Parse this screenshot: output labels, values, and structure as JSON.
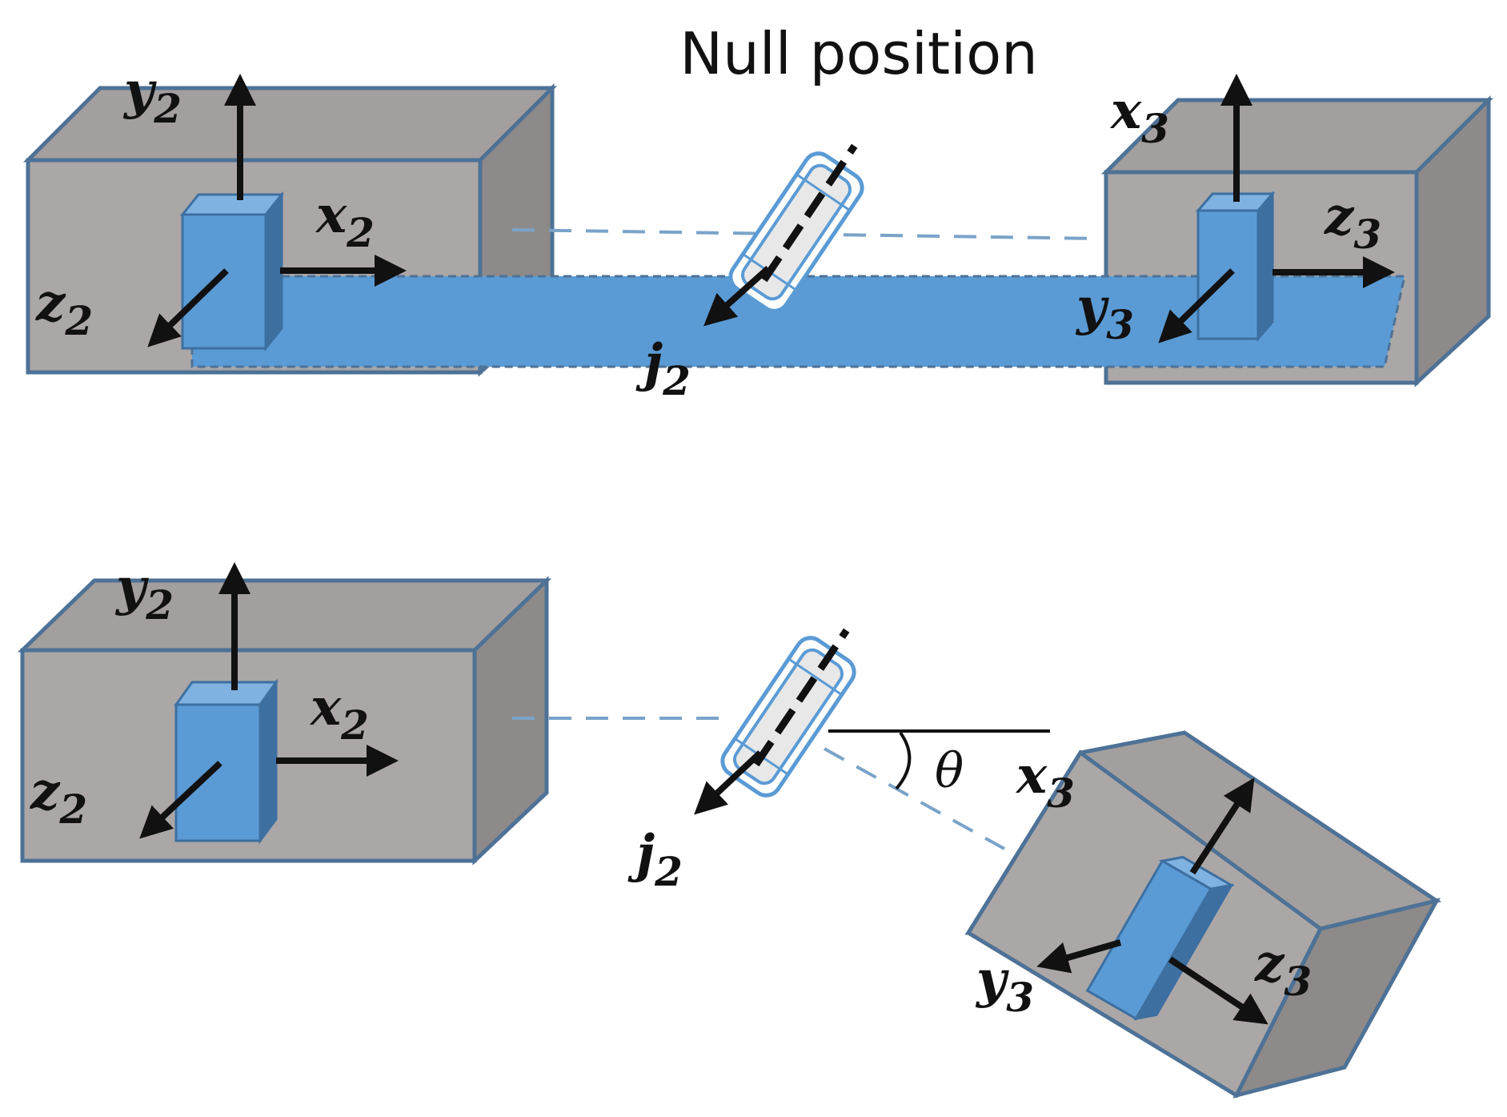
{
  "title": "Null position",
  "colors": {
    "block_front": "#aba7a6",
    "block_top": "#a39f9e",
    "block_side": "#8e8a89",
    "block_edge": "#4e7296",
    "link_blue": "#5b9bd5",
    "link_blue_dark": "#3d6fa1",
    "dash_blue": "#7aa3c9",
    "axis_black": "#111111"
  },
  "top": {
    "left_block": {
      "axes": [
        {
          "letter": "y",
          "sub": "2"
        },
        {
          "letter": "x",
          "sub": "2"
        },
        {
          "letter": "z",
          "sub": "2"
        }
      ]
    },
    "right_block": {
      "axes": [
        {
          "letter": "x",
          "sub": "3"
        },
        {
          "letter": "z",
          "sub": "3"
        },
        {
          "letter": "y",
          "sub": "3"
        }
      ]
    },
    "joint": {
      "letter": "j",
      "sub": "2"
    }
  },
  "bottom": {
    "left_block": {
      "axes": [
        {
          "letter": "y",
          "sub": "2"
        },
        {
          "letter": "x",
          "sub": "2"
        },
        {
          "letter": "z",
          "sub": "2"
        }
      ]
    },
    "right_block": {
      "axes": [
        {
          "letter": "x",
          "sub": "3"
        },
        {
          "letter": "z",
          "sub": "3"
        },
        {
          "letter": "y",
          "sub": "3"
        }
      ]
    },
    "joint": {
      "letter": "j",
      "sub": "2"
    },
    "angle_symbol": "θ"
  }
}
